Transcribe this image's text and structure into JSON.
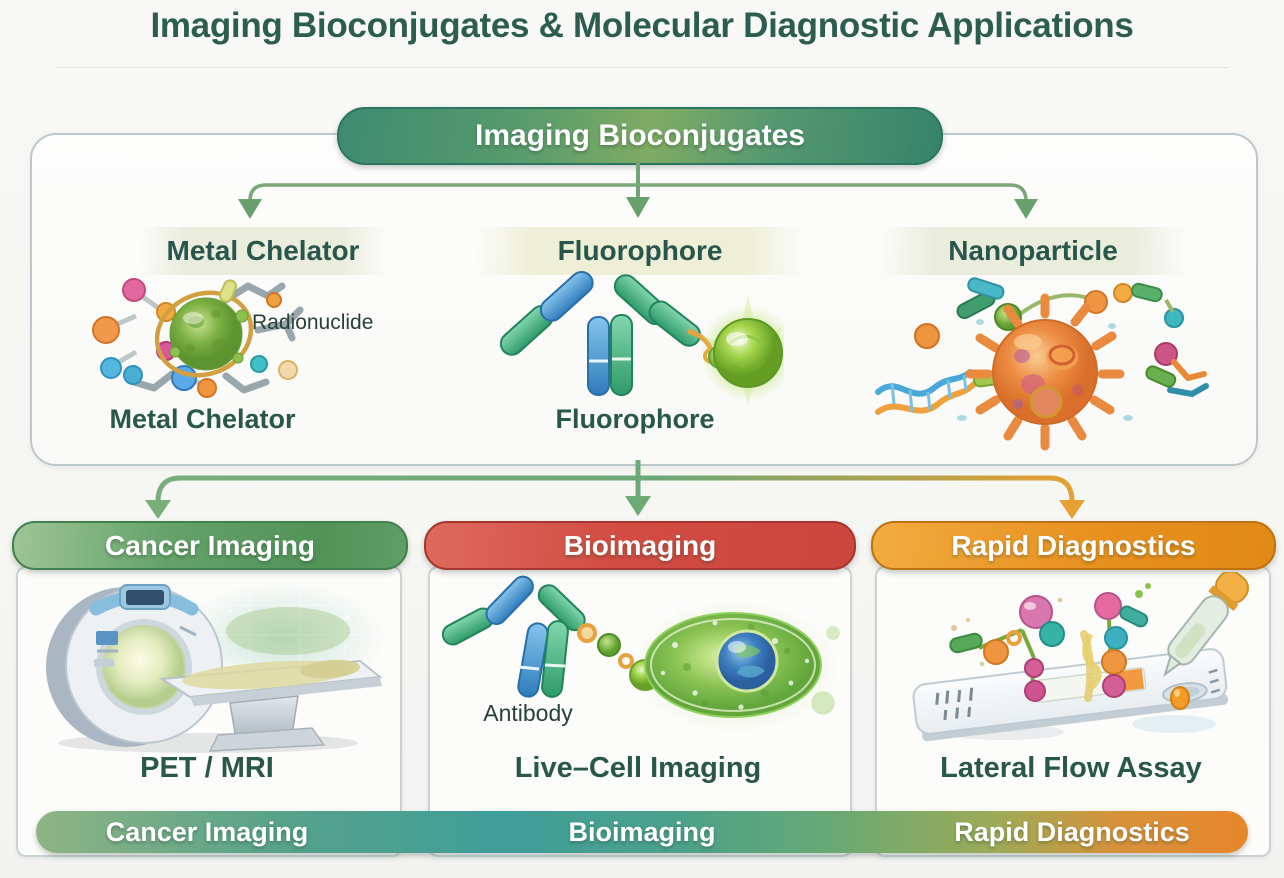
{
  "title": "Imaging Bioconjugates & Molecular Diagnostic Applications",
  "flowchart": {
    "root": {
      "label": "Imaging Bioconjugates"
    },
    "components": [
      {
        "heading": "Metal Chelator",
        "callout": "Radionuclide",
        "caption": "Metal Chelator",
        "illustration": "metal-chelator-complex"
      },
      {
        "heading": "Fluorophore",
        "caption": "Fluorophore",
        "illustration": "antibody-with-fluorophore"
      },
      {
        "heading": "Nanoparticle",
        "illustration": "functionalized-nanoparticle"
      }
    ],
    "applications": [
      {
        "heading": "Cancer Imaging",
        "caption": "PET / MRI",
        "illustration": "pet-mri-scanner"
      },
      {
        "heading": "Bioimaging",
        "callout": "Antibody",
        "caption": "Live–Cell Imaging",
        "illustration": "antibody-labeled-live-cell"
      },
      {
        "heading": "Rapid Diagnostics",
        "caption": "Lateral Flow Assay",
        "illustration": "lateral-flow-test-with-dropper"
      }
    ]
  },
  "footer": {
    "items": [
      {
        "label": "Cancer Imaging"
      },
      {
        "label": "Bioimaging"
      },
      {
        "label": "Rapid Diagnostics"
      }
    ]
  },
  "colors": {
    "title_text": "#2d5c50",
    "heading_text": "#2a574c",
    "root_pill_green": "#3f8d74",
    "cancer_pill_green": "#5e9e64",
    "bioimaging_pill_red": "#d5524a",
    "rapid_pill_orange": "#e8921f",
    "arrow_green": "#74a376",
    "arrow_orange": "#e7a131",
    "footer_gradient": [
      "#8fb484",
      "#3f9e98",
      "#66a975",
      "#e8862b"
    ]
  }
}
